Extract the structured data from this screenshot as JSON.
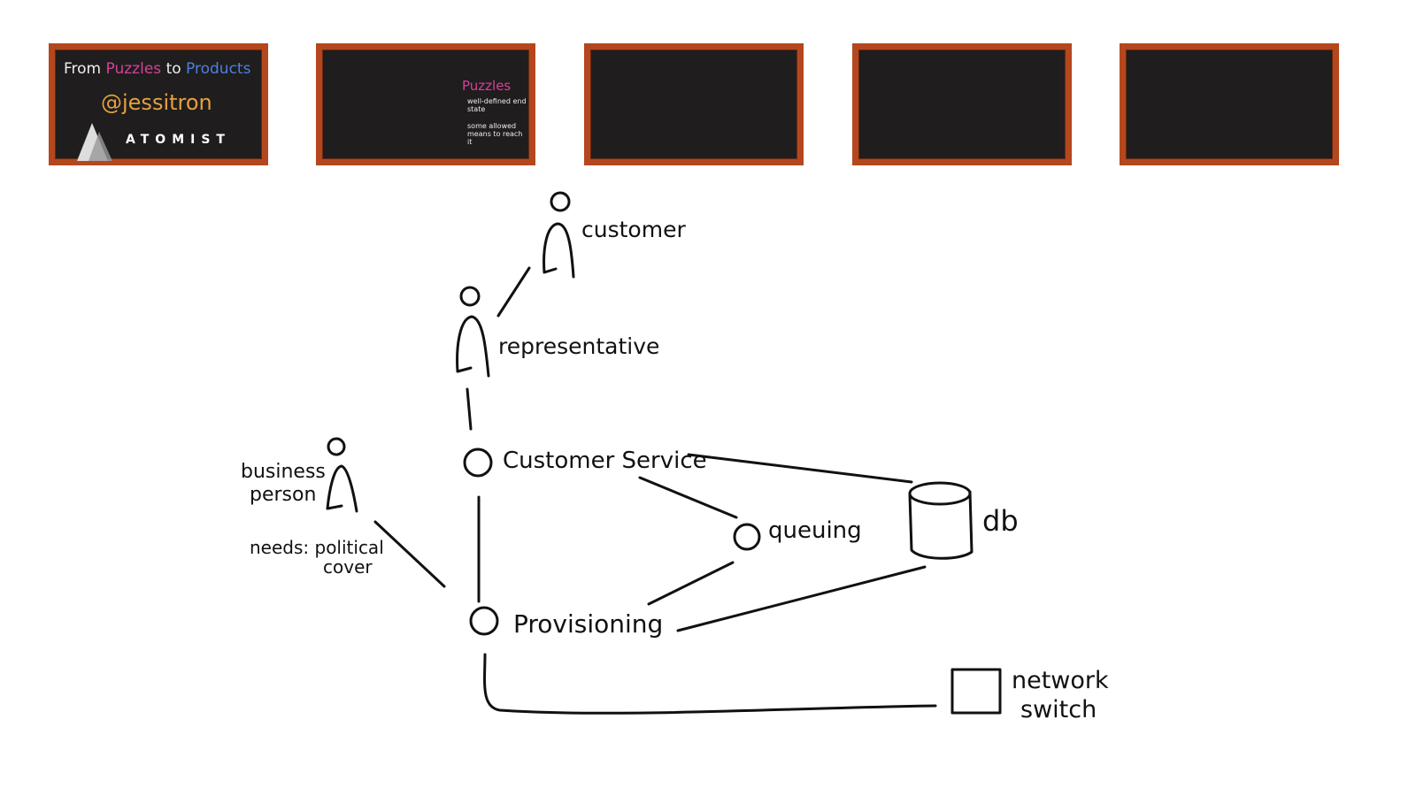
{
  "slides": [
    {
      "title_parts": [
        "From",
        "Puzzles",
        "to",
        "Products"
      ],
      "handle": "@jessitron",
      "brand": "ATOMIST"
    },
    {
      "heading": "Puzzles",
      "bullets": [
        "well-defined end state",
        "some allowed means to reach it"
      ]
    },
    {},
    {},
    {}
  ],
  "colors": {
    "frame": "#b4471d",
    "board": "#1f1d1d",
    "pink": "#d6409a",
    "blue": "#4f7fe0",
    "orange": "#e5a040"
  },
  "diagram": {
    "customer": "customer",
    "representative": "representative",
    "customer_service": "Customer Service",
    "provisioning": "Provisioning",
    "queuing": "queuing",
    "db": "db",
    "business_person": [
      "business",
      "person"
    ],
    "needs": [
      "needs: political",
      "cover"
    ],
    "network_switch": [
      "network",
      "switch"
    ]
  }
}
